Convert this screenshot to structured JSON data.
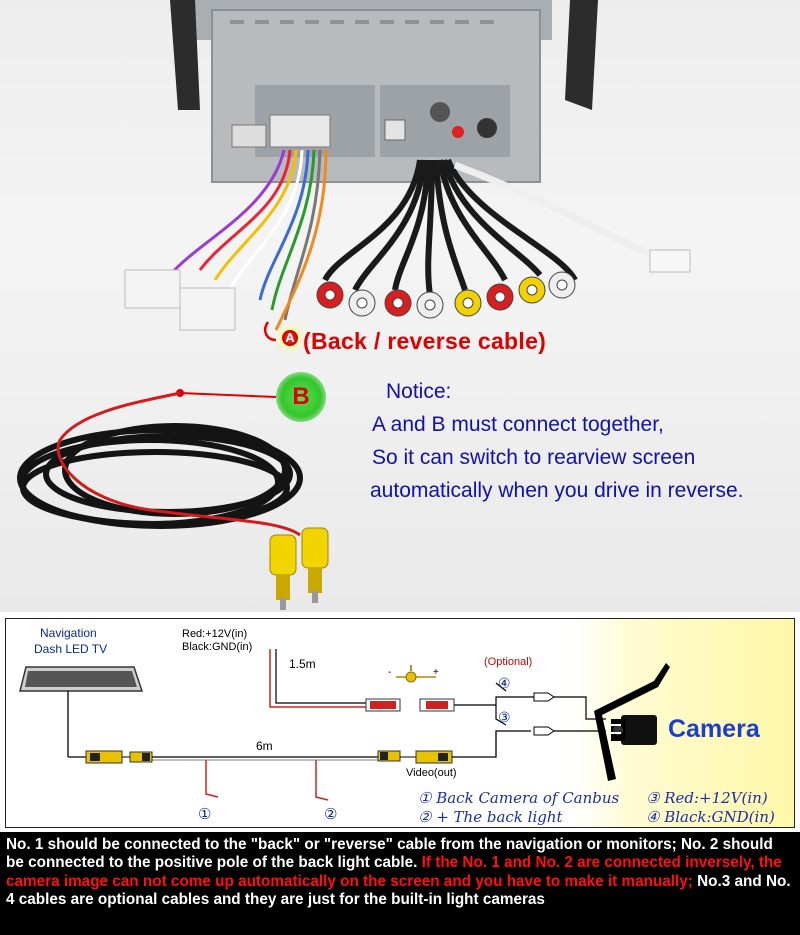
{
  "photo": {
    "label_a": "A",
    "back_cable_text": "(Back / reverse cable)",
    "label_b": "B",
    "notice_title": "Notice:",
    "notice_lines": [
      "A and B must connect together,",
      "So it can switch to rearview screen",
      "automatically when you drive in reverse."
    ]
  },
  "diagram": {
    "nav_label_line1": "Navigation",
    "nav_label_line2": "Dash LED TV",
    "power_label_line1": "Red:+12V(in)",
    "power_label_line2": "Black:GND(in)",
    "length_1": "1.5m",
    "length_2": "6m",
    "optional": "(Optional)",
    "video_out": "Video(out)",
    "camera": "Camera",
    "plug_minus": "-",
    "plug_plus": "+",
    "marker_1": "①",
    "marker_2": "②",
    "marker_3": "③",
    "marker_4": "④",
    "legend": [
      "① Back Camera of Canbus",
      "② + The back light",
      "③ Red:+12V(in)",
      "④ Black:GND(in)"
    ],
    "colors": {
      "wire_red": "#d42020",
      "plug_yellow": "#e8c100",
      "camera_blue": "#1a3fd0"
    }
  },
  "bottom": {
    "part1": "No. 1 should be connected to the \"back\" or \"reverse\" cable from the navigation or monitors; No. 2 should be connected to the positive pole of the back light cable. ",
    "part2_red": "If the No. 1 and No. 2 are connected inversely, the camera image can not come up automatically on the screen and you have to make it manually; ",
    "part3": "No.3 and No. 4 cables are optional cables and they are just for the built-in light cameras"
  }
}
